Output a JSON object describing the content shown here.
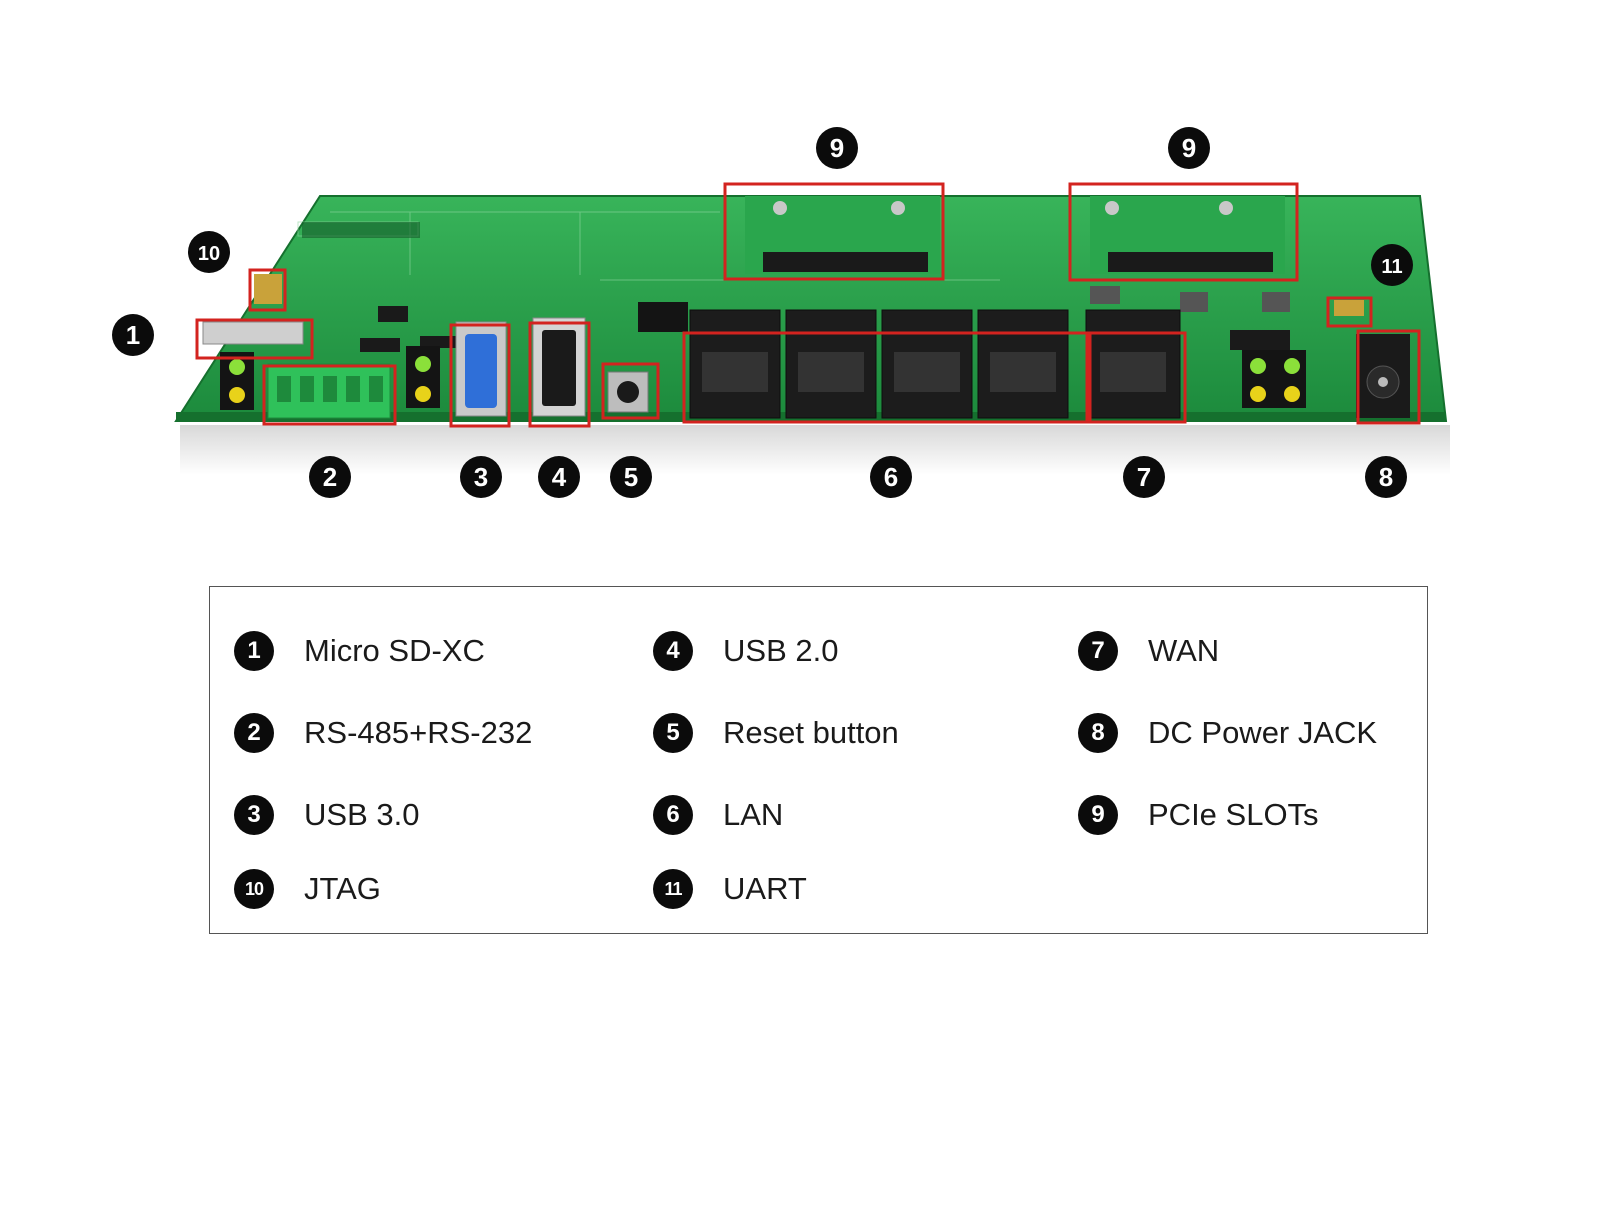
{
  "diagram": {
    "callouts": [
      {
        "id": "1",
        "component": "Micro SD-XC"
      },
      {
        "id": "2",
        "component": "RS-485+RS-232"
      },
      {
        "id": "3",
        "component": "USB 3.0"
      },
      {
        "id": "4",
        "component": "USB 2.0"
      },
      {
        "id": "5",
        "component": "Reset button"
      },
      {
        "id": "6",
        "component": "LAN"
      },
      {
        "id": "7",
        "component": "WAN"
      },
      {
        "id": "8",
        "component": "DC Power JACK"
      },
      {
        "id": "9",
        "component": "PCIe SLOTs"
      },
      {
        "id": "10",
        "component": "JTAG"
      },
      {
        "id": "11",
        "component": "UART"
      }
    ]
  },
  "legend": {
    "items": [
      {
        "num": "1",
        "label": "Micro SD-XC"
      },
      {
        "num": "2",
        "label": "RS-485+RS-232"
      },
      {
        "num": "3",
        "label": "USB 3.0"
      },
      {
        "num": "10",
        "label": "JTAG"
      },
      {
        "num": "4",
        "label": "USB 2.0"
      },
      {
        "num": "5",
        "label": "Reset button"
      },
      {
        "num": "6",
        "label": "LAN"
      },
      {
        "num": "11",
        "label": "UART"
      },
      {
        "num": "7",
        "label": "WAN"
      },
      {
        "num": "8",
        "label": "DC Power JACK"
      },
      {
        "num": "9",
        "label": "PCIe SLOTs"
      }
    ]
  },
  "colors": {
    "pcb_green": "#1f9a43",
    "pcb_dark": "#167a33",
    "highlight_red": "#d3231f",
    "badge": "#0b0b0b",
    "terminal_green": "#2fc15a",
    "usb3_blue": "#2f6fd8"
  }
}
